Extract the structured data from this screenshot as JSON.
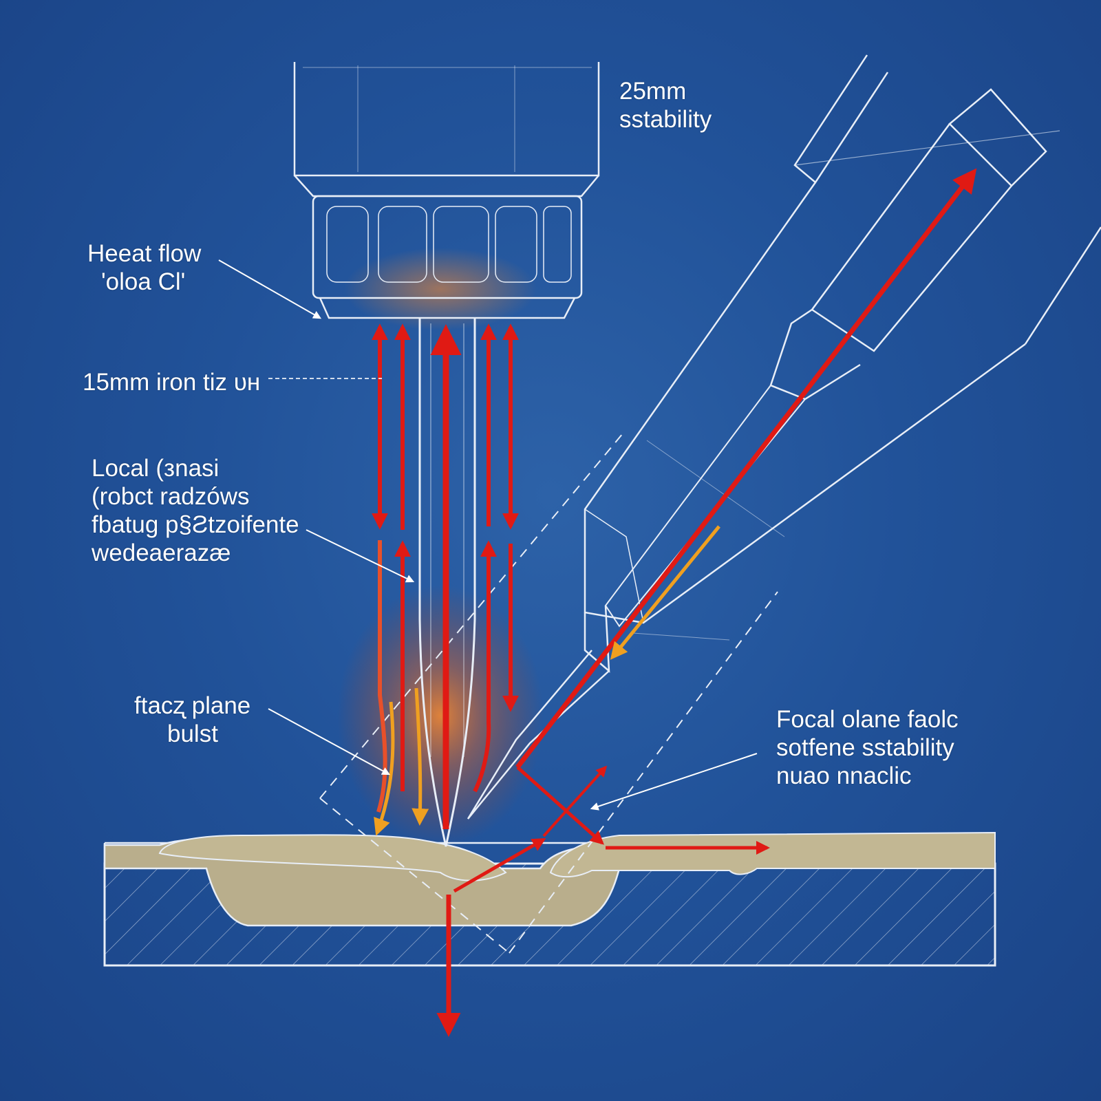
{
  "colors": {
    "background": "#1f4f94",
    "line": "#e8eef7",
    "arrow_red": "#e01a14",
    "arrow_orange": "#f0a020",
    "solder": "#b9ae8c",
    "glow": "#ff7a2a"
  },
  "labels": {
    "top_right": [
      "25mm",
      "sstability"
    ],
    "heat_flow": [
      "Heeat flow",
      "'oloa Cl'"
    ],
    "iron_tip": "15mm iron tiz υн",
    "local": [
      "Local (зnasi",
      "(robct radzóws",
      "fbatug p§Ƨtzoifente",
      "wedeaerazæ"
    ],
    "ftac_plane": [
      "ftacʐ plane",
      "bulst"
    ],
    "focal_plane": [
      "Focal olane faolc",
      "sotfene sstability",
      "nuao nnaclic"
    ]
  }
}
